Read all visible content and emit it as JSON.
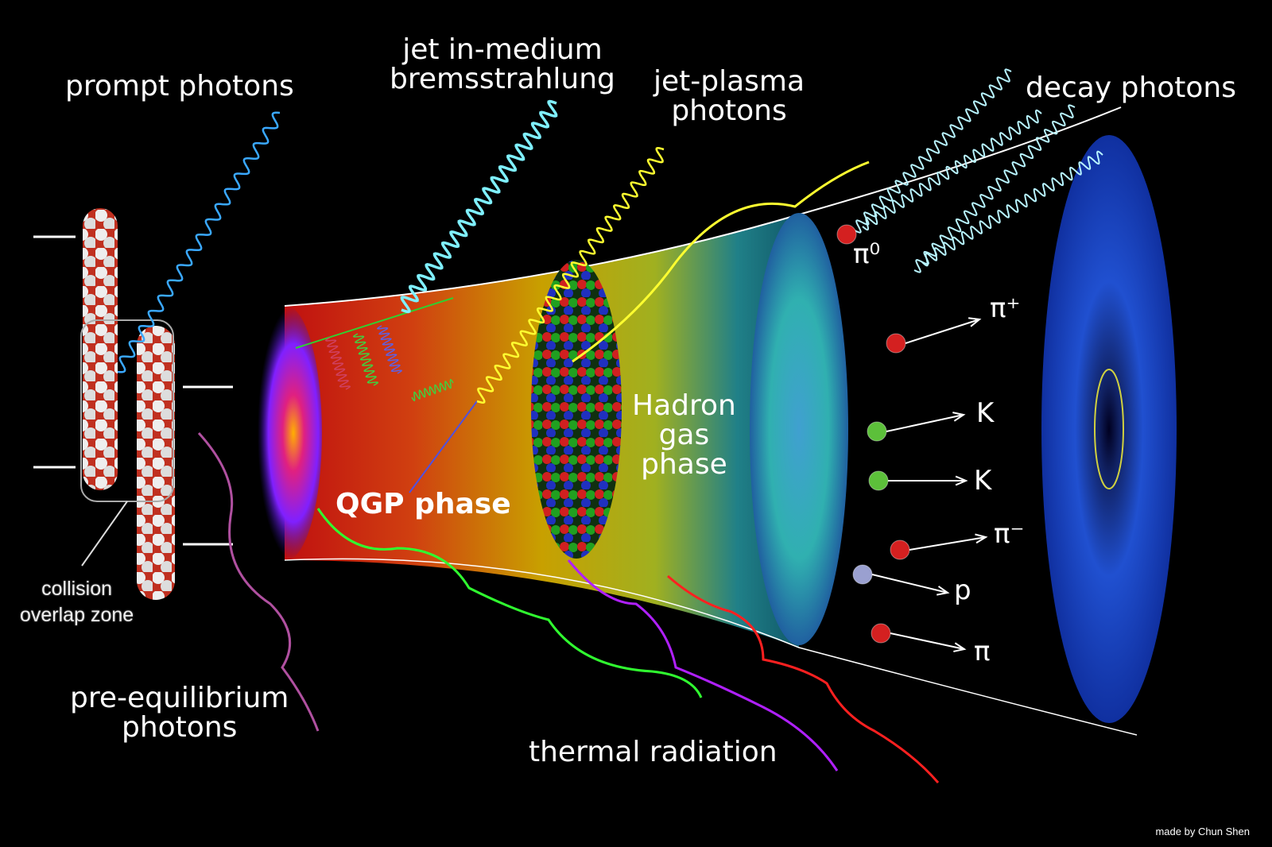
{
  "labels": {
    "prompt_photons": "prompt photons",
    "jet_in_medium_line1": "jet in-medium",
    "jet_in_medium_line2": "bremsstrahlung",
    "jet_plasma_line1": "jet-plasma",
    "jet_plasma_line2": "photons",
    "decay_photons": "decay photons",
    "collision_line1": "collision",
    "collision_line2": "overlap zone",
    "pre_eq_line1": "pre-equilibrium",
    "pre_eq_line2": "photons",
    "qgp_phase": "QGP phase",
    "hadron_line1": "Hadron",
    "hadron_line2": "gas",
    "hadron_line3": "phase",
    "thermal_radiation": "thermal radiation"
  },
  "particles": [
    {
      "label": "π⁰",
      "color": "#d42020"
    },
    {
      "label": "π⁺",
      "color": "#d42020"
    },
    {
      "label": "K",
      "color": "#5cc03a"
    },
    {
      "label": "K",
      "color": "#5cc03a"
    },
    {
      "label": "π⁻",
      "color": "#d42020"
    },
    {
      "label": "p",
      "color": "#9aa0d0"
    },
    {
      "label": "π",
      "color": "#d42020"
    }
  ],
  "credit": "made by Chun Shen",
  "colors": {
    "prompt": "#3aa8ff",
    "jet_brems": "#7ff0ff",
    "jet_plasma": "#ffff30",
    "decay": "#b8f4ff",
    "pre_eq": "#b050a0",
    "thermal_green": "#30ff30",
    "thermal_purple": "#b020ff",
    "thermal_red": "#ff2020"
  }
}
